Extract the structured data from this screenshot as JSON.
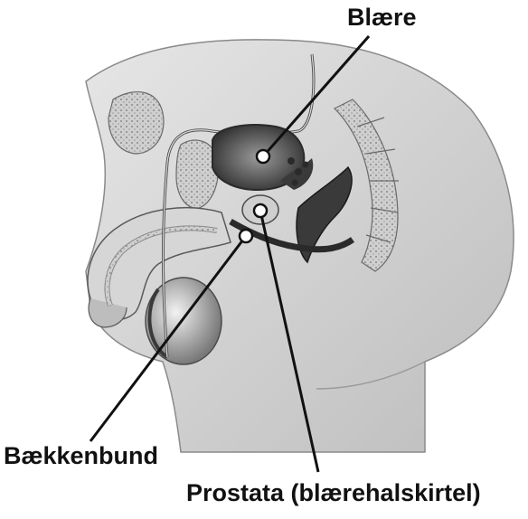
{
  "labels": {
    "bladder": "Blære",
    "pelvic_floor": "Bækkenbund",
    "prostate": "Prostata (blærehalskirtel)"
  },
  "colors": {
    "line": "#111111",
    "marker_fill": "#ffffff",
    "background": "#ffffff"
  }
}
